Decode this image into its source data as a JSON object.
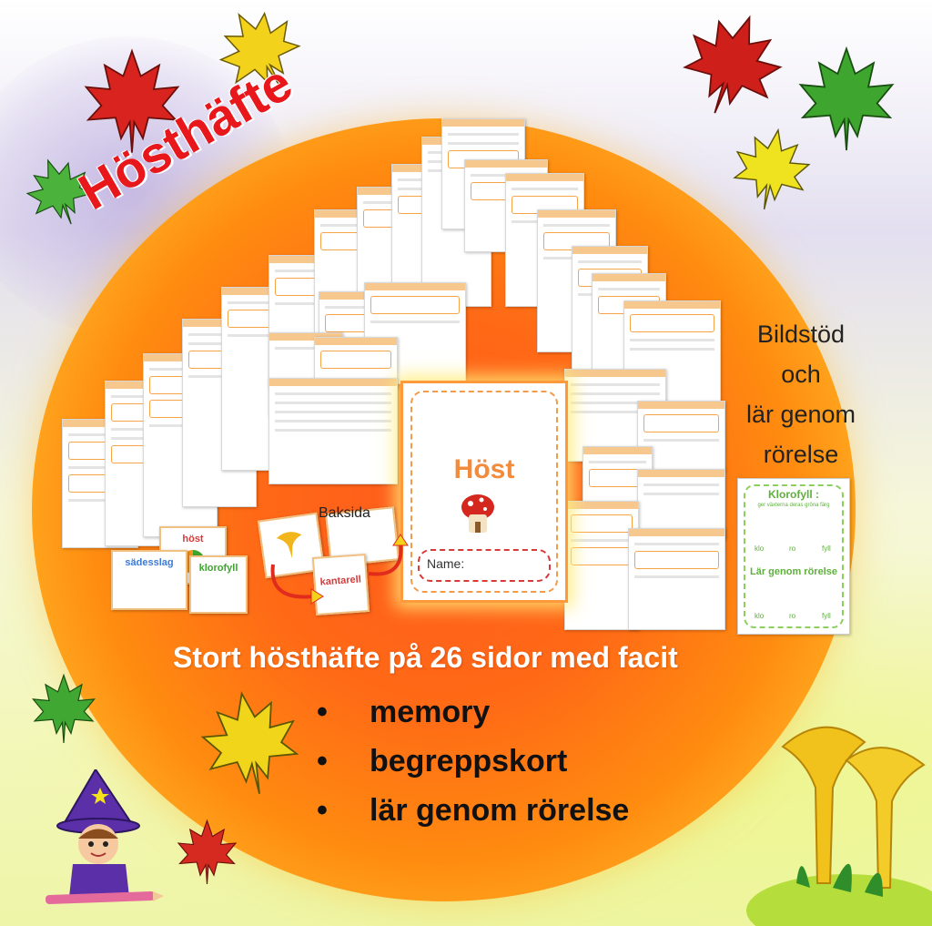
{
  "title": "Hösthäfte",
  "cover": {
    "word": "Höst",
    "name_label": "Name:"
  },
  "back_label": "Baksida",
  "cards": [
    "höst",
    "sädesslag",
    "klorofyll",
    "kantarell"
  ],
  "side_text": [
    "Bildstöd",
    "och",
    "lär genom",
    "rörelse"
  ],
  "poster": {
    "title": "Klorofyll :",
    "subtitle": "ger växterna deras gröna färg",
    "words_top": [
      "klo",
      "ro",
      "fyll"
    ],
    "title2": "Lär genom rörelse",
    "words_bottom": [
      "klo",
      "ro",
      "fyll"
    ]
  },
  "headline": "Stort hösthäfte på 26 sidor med facit",
  "bullets": [
    "memory",
    "begreppskort",
    "lär genom rörelse"
  ],
  "bullet_symbol": "•",
  "colors": {
    "title": "#e8171c",
    "sun_center": "#ff5a1c",
    "sun_edge": "#ffd24a",
    "headline": "#ffffff"
  }
}
